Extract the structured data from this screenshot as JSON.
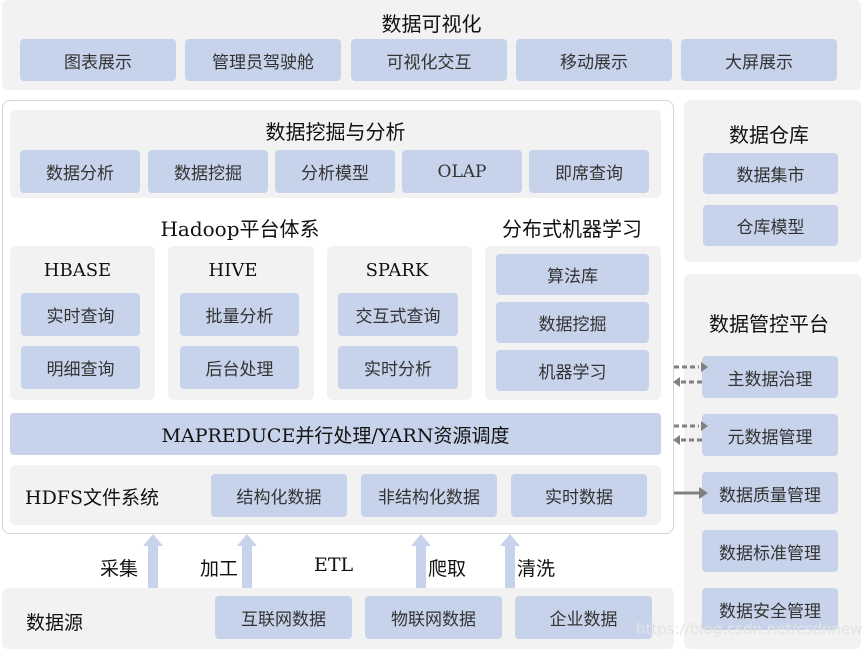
{
  "viz": {
    "title": "数据可视化",
    "items": [
      "图表展示",
      "管理员驾驶舱",
      "可视化交互",
      "移动展示",
      "大屏展示"
    ]
  },
  "mining": {
    "title": "数据挖掘与分析",
    "items": [
      "数据分析",
      "数据挖掘",
      "分析模型",
      "OLAP",
      "即席查询"
    ]
  },
  "hadoop": {
    "title": "Hadoop平台体系",
    "hbase": {
      "title": "HBASE",
      "items": [
        "实时查询",
        "明细查询"
      ]
    },
    "hive": {
      "title": "HIVE",
      "items": [
        "批量分析",
        "后台处理"
      ]
    },
    "spark": {
      "title": "SPARK",
      "items": [
        "交互式查询",
        "实时分析"
      ]
    }
  },
  "ml": {
    "title": "分布式机器学习",
    "items": [
      "算法库",
      "数据挖掘",
      "机器学习"
    ]
  },
  "mapreduce": "MAPREDUCE并行处理/YARN资源调度",
  "hdfs": {
    "title": "HDFS文件系统",
    "items": [
      "结构化数据",
      "非结构化数据",
      "实时数据"
    ]
  },
  "warehouse": {
    "title": "数据仓库",
    "items": [
      "数据集市",
      "仓库模型"
    ]
  },
  "governance": {
    "title": "数据管控平台",
    "items": [
      "主数据治理",
      "元数据管理",
      "数据质量管理",
      "数据标准管理",
      "数据安全管理"
    ]
  },
  "ingest": [
    "采集",
    "加工",
    "ETL",
    "爬取",
    "清洗"
  ],
  "source": {
    "title": "数据源",
    "items": [
      "互联网数据",
      "物联网数据",
      "企业数据"
    ]
  },
  "watermark": "https://blog.csdn.net/csdnnews",
  "colors": {
    "box": "#c7d3ea",
    "panel": "#f2f2f2",
    "arrow": "#808080"
  }
}
